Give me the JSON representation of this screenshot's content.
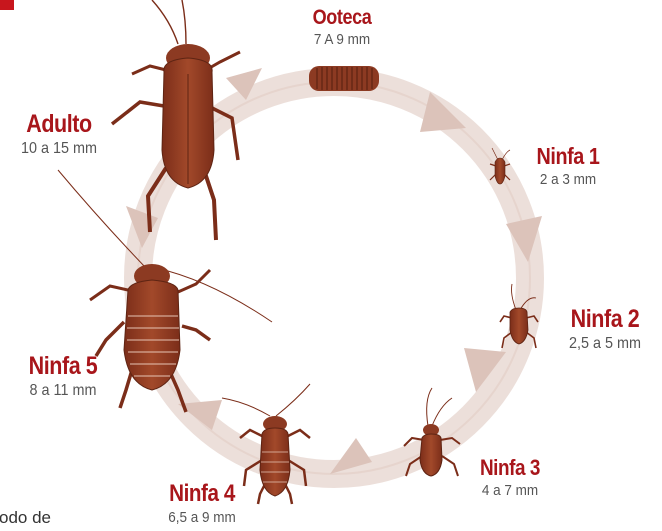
{
  "stages": [
    {
      "id": "ooteca",
      "title": "Ooteca",
      "size": "7 A 9 mm"
    },
    {
      "id": "ninfa-1",
      "title": "Ninfa 1",
      "size": "2 a 3 mm"
    },
    {
      "id": "ninfa-2",
      "title": "Ninfa 2",
      "size": "2,5 a 5 mm"
    },
    {
      "id": "ninfa-3",
      "title": "Ninfa 3",
      "size": "4 a 7 mm"
    },
    {
      "id": "ninfa-4",
      "title": "Ninfa 4",
      "size": "6,5 a 9 mm"
    },
    {
      "id": "ninfa-5",
      "title": "Ninfa 5",
      "size": "8 a 11 mm"
    },
    {
      "id": "adulto",
      "title": "Adulto",
      "size": "10 a 15 mm"
    }
  ],
  "fragments": {
    "bottom_left": "odo de"
  },
  "colors": {
    "title": "#a8161b",
    "subtitle": "#555555",
    "ring": "#e8d6d0",
    "insect": "#8c3a22",
    "marker": "#c8161d"
  }
}
